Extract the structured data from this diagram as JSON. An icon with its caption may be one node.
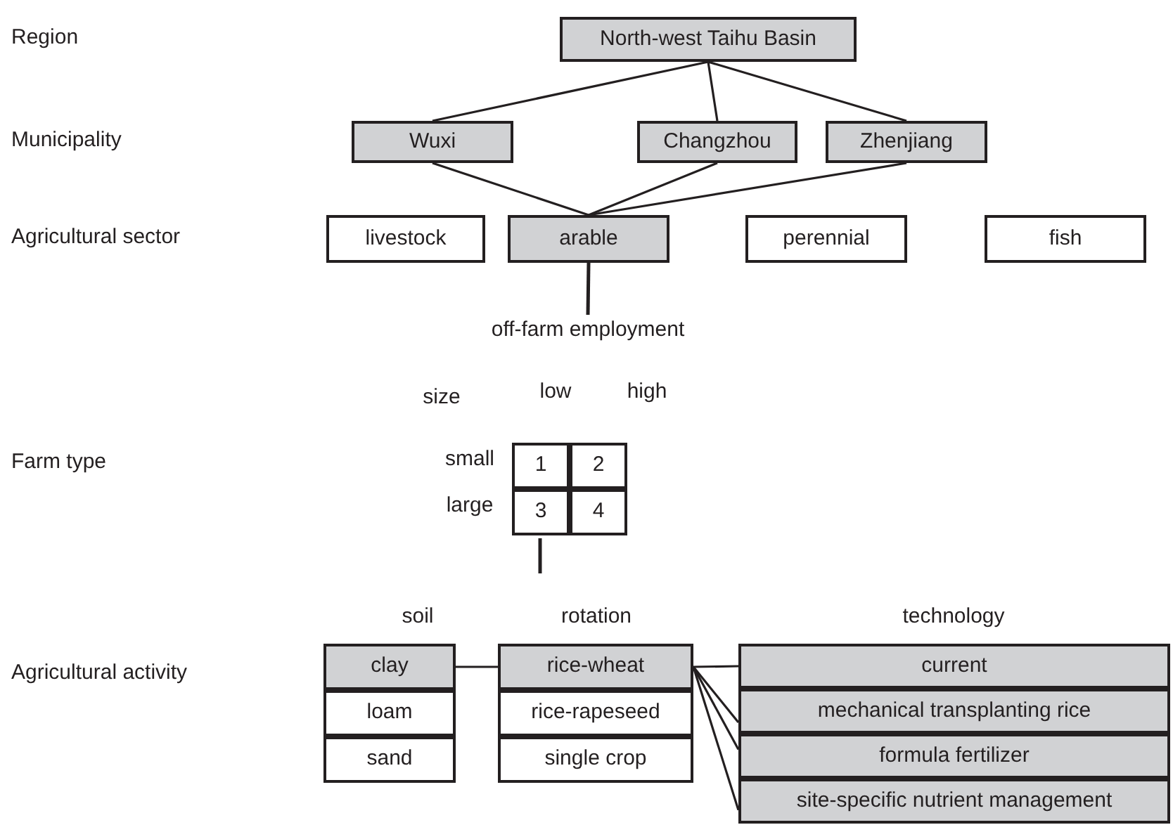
{
  "diagram": {
    "nodes": [
      {
        "text": [
          "North-west Taihu Basin"
        ]
      },
      {
        "text": [
          "Wuxi"
        ]
      },
      {
        "text": [
          "Changzhou"
        ]
      },
      {
        "text": [
          "Zhenjiang"
        ]
      },
      {
        "text": [
          "livestock"
        ]
      },
      {
        "text": [
          "arable"
        ]
      },
      {
        "text": [
          "perennial"
        ]
      },
      {
        "text": [
          "fish"
        ]
      },
      {
        "text": [
          "off-farm employment"
        ]
      },
      {
        "text": [
          "1"
        ]
      },
      {
        "text": [
          "2"
        ]
      },
      {
        "text": [
          "3"
        ]
      },
      {
        "text": [
          "4"
        ]
      },
      {
        "text": [
          "clay"
        ]
      },
      {
        "text": [
          "loam"
        ]
      },
      {
        "text": [
          "sand"
        ]
      },
      {
        "text": [
          "rice-wheat"
        ]
      },
      {
        "text": [
          "rice-rapeseed"
        ]
      },
      {
        "text": [
          "single crop"
        ]
      },
      {
        "text": [
          "current"
        ]
      },
      {
        "text": [
          "mechanical transplanting rice"
        ]
      },
      {
        "text": [
          "formula fertilizer"
        ]
      },
      {
        "text": [
          "site-specific nutrient management"
        ]
      }
    ],
    "edges": [
      {
        "from": 0,
        "to": 1,
        "arrow": "none"
      },
      {
        "from": 0,
        "to": 2,
        "arrow": "none"
      },
      {
        "from": 0,
        "to": 3,
        "arrow": "none"
      },
      {
        "from": 1,
        "to": 5,
        "arrow": "none"
      },
      {
        "from": 2,
        "to": 5,
        "arrow": "none"
      },
      {
        "from": 3,
        "to": 5,
        "arrow": "none"
      },
      {
        "from": 5,
        "to": 8,
        "arrow": "none"
      },
      {
        "from": 11,
        "to": null,
        "arrow": "none"
      },
      {
        "from": 13,
        "to": 16,
        "arrow": "none"
      },
      {
        "from": 16,
        "to": 19,
        "arrow": "none"
      },
      {
        "from": 16,
        "to": 20,
        "arrow": "none"
      },
      {
        "from": 16,
        "to": 21,
        "arrow": "none"
      },
      {
        "from": 16,
        "to": 22,
        "arrow": "none"
      }
    ],
    "labels": [
      "Region",
      "Municipality",
      "Agricultural sector",
      "size",
      "low",
      "high",
      "small",
      "large",
      "Farm type",
      "soil",
      "rotation",
      "technology",
      "Agricultural activity"
    ]
  }
}
